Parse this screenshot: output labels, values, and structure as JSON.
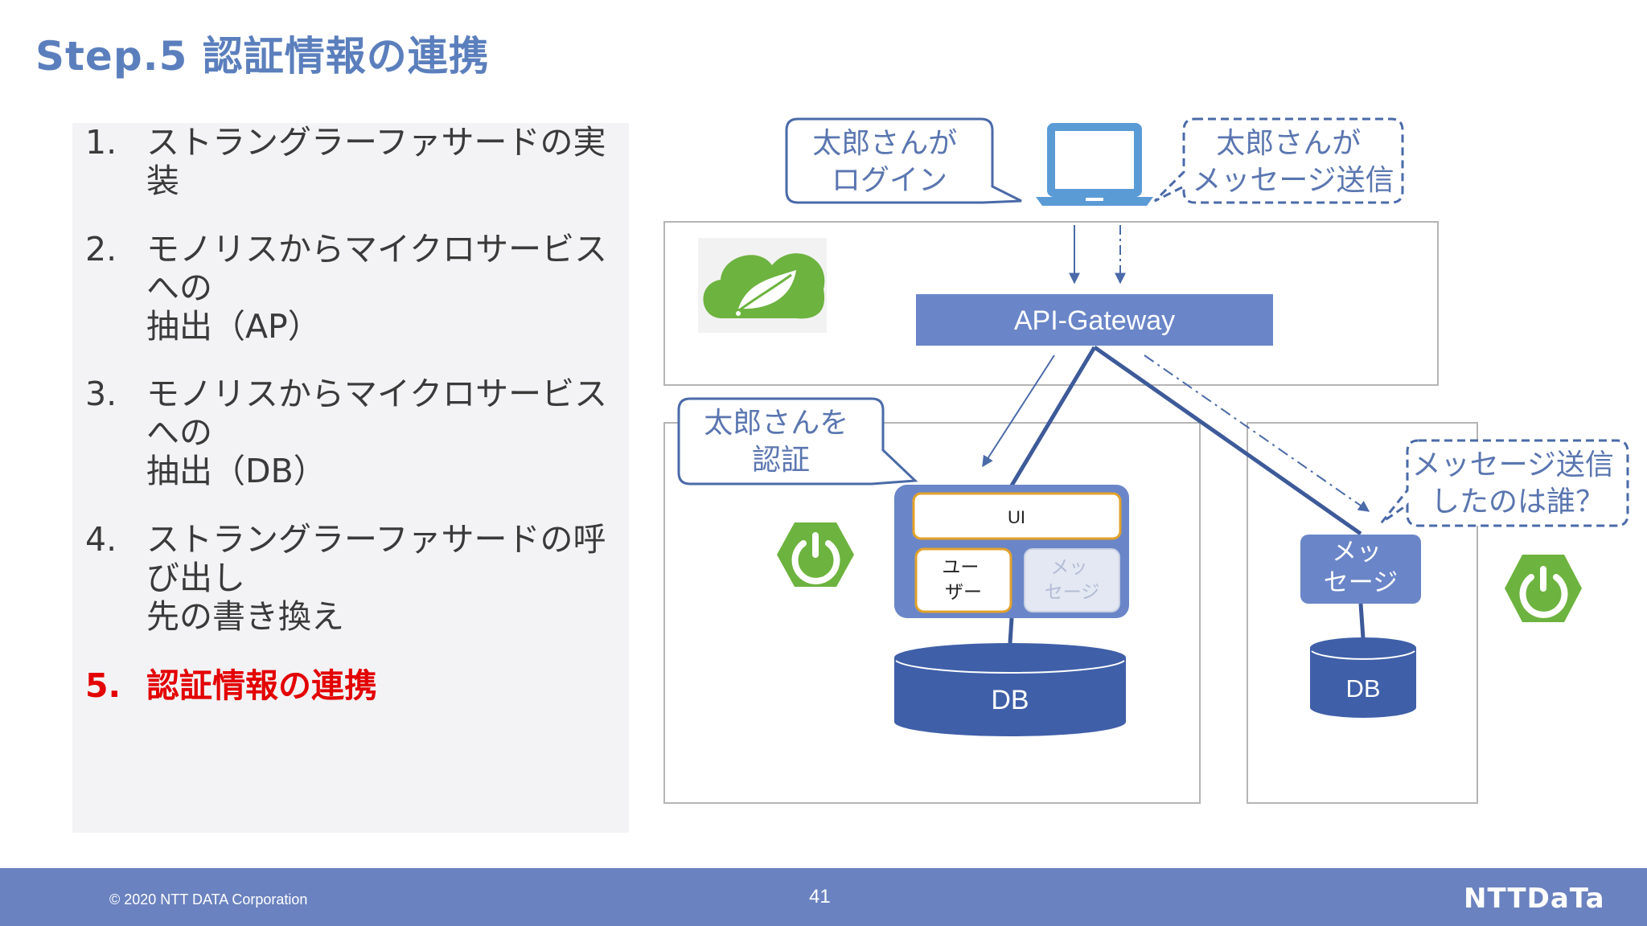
{
  "header": {
    "title": "Step.5 認証情報の連携"
  },
  "agenda": {
    "items": [
      {
        "num": "1.",
        "text": "ストラングラーファサードの実装",
        "active": false
      },
      {
        "num": "2.",
        "text": "モノリスからマイクロサービスへの\n抽出（AP）",
        "active": false
      },
      {
        "num": "3.",
        "text": "モノリスからマイクロサービスへの\n抽出（DB）",
        "active": false
      },
      {
        "num": "4.",
        "text": "ストラングラーファサードの呼び出し\n先の書き換え",
        "active": false
      },
      {
        "num": "5.",
        "text": "認証情報の連携",
        "active": true
      }
    ]
  },
  "diagram": {
    "callout_login": "太郎さんが\nログイン",
    "callout_send": "太郎さんが\nメッセージ送信",
    "callout_auth": "太郎さんを\n認証",
    "callout_who": "メッセージ送信\nしたのは誰？",
    "gateway_label": "API-Gateway",
    "ui_label": "UI",
    "user_label": "ユー\nザー",
    "message_ghost_label": "メッ\nセージ",
    "message_service_label": "メッ\nセージ",
    "db_main_label": "DB",
    "db_message_label": "DB",
    "icons": [
      "laptop-icon",
      "spring-cloud-icon",
      "spring-boot-icon"
    ],
    "colors": {
      "accent": "#5b7fbd",
      "box_blue": "#6a86c8",
      "db_blue": "#3f5fa8",
      "line_blue": "#3d5a99",
      "spring_green": "#6db33f",
      "border_gold": "#e3a22b",
      "highlight_red": "#e30000"
    }
  },
  "footer": {
    "copyright": "© 2020 NTT DATA Corporation",
    "page_number": "41",
    "logo": "NTTDaTa"
  }
}
